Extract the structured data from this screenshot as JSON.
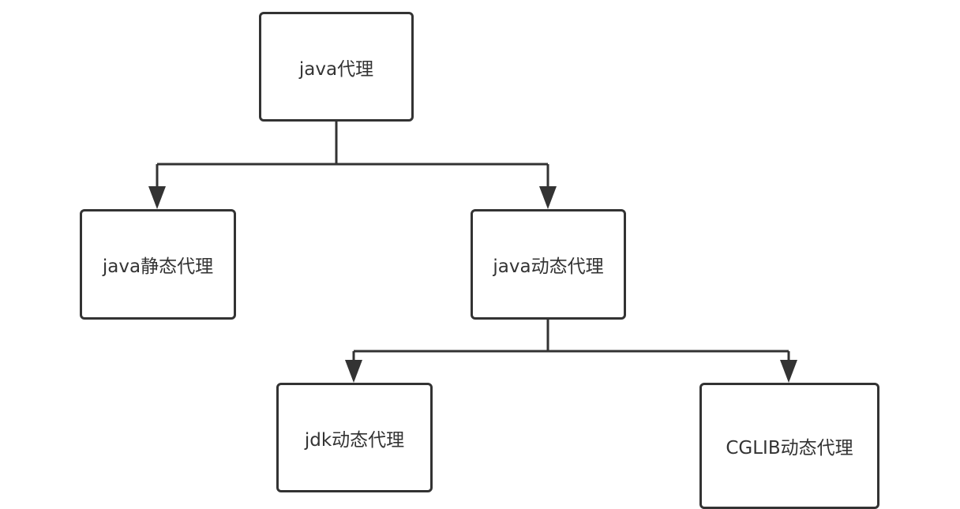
{
  "diagram": {
    "line_color": "#333333",
    "nodes": {
      "root": {
        "label": "java代理"
      },
      "static_proxy": {
        "label": "java静态代理"
      },
      "dynamic_proxy": {
        "label": "java动态代理"
      },
      "jdk_proxy": {
        "label": "jdk动态代理"
      },
      "cglib_proxy": {
        "label": "CGLIB动态代理"
      }
    }
  }
}
